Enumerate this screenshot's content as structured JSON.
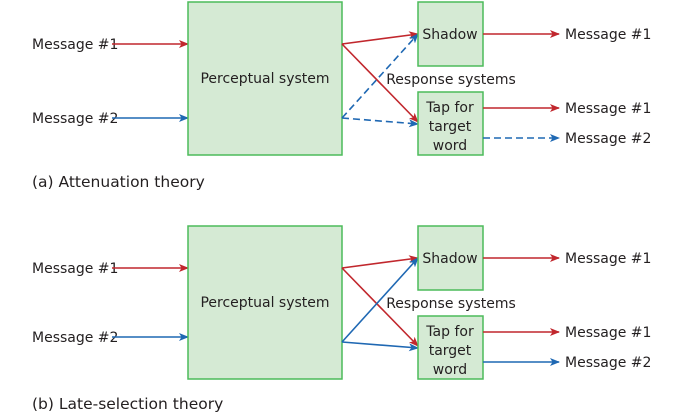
{
  "diagrams": [
    {
      "id": "a",
      "caption": "(a) Attenuation theory",
      "inputs": [
        {
          "label": "Message #1",
          "color": "red"
        },
        {
          "label": "Message #2",
          "color": "blue"
        }
      ],
      "perceptual_system": "Perceptual system",
      "response_systems_label": "Response systems",
      "response_boxes": [
        {
          "lines": [
            "Shadow"
          ]
        },
        {
          "lines": [
            "Tap for",
            "target",
            "word"
          ]
        }
      ],
      "connections": [
        {
          "from": "Message #1",
          "to": "Shadow",
          "style": "solid",
          "color": "red"
        },
        {
          "from": "Message #1",
          "to": "Tap for target word",
          "style": "solid",
          "color": "red"
        },
        {
          "from": "Message #2",
          "to": "Shadow",
          "style": "dashed",
          "color": "blue"
        },
        {
          "from": "Message #2",
          "to": "Tap for target word",
          "style": "dashed",
          "color": "blue"
        }
      ],
      "outputs": [
        {
          "label": "Message #1",
          "from": "Shadow",
          "style": "solid",
          "color": "red"
        },
        {
          "label": "Message #1",
          "from": "Tap for target word",
          "style": "solid",
          "color": "red"
        },
        {
          "label": "Message #2",
          "from": "Tap for target word",
          "style": "dashed",
          "color": "blue"
        }
      ]
    },
    {
      "id": "b",
      "caption": "(b) Late-selection theory",
      "inputs": [
        {
          "label": "Message #1",
          "color": "red"
        },
        {
          "label": "Message #2",
          "color": "blue"
        }
      ],
      "perceptual_system": "Perceptual system",
      "response_systems_label": "Response systems",
      "response_boxes": [
        {
          "lines": [
            "Shadow"
          ]
        },
        {
          "lines": [
            "Tap for",
            "target",
            "word"
          ]
        }
      ],
      "connections": [
        {
          "from": "Message #1",
          "to": "Shadow",
          "style": "solid",
          "color": "red"
        },
        {
          "from": "Message #1",
          "to": "Tap for target word",
          "style": "solid",
          "color": "red"
        },
        {
          "from": "Message #2",
          "to": "Shadow",
          "style": "solid",
          "color": "blue"
        },
        {
          "from": "Message #2",
          "to": "Tap for target word",
          "style": "solid",
          "color": "blue"
        }
      ],
      "outputs": [
        {
          "label": "Message #1",
          "from": "Shadow",
          "style": "solid",
          "color": "red"
        },
        {
          "label": "Message #1",
          "from": "Tap for target word",
          "style": "solid",
          "color": "red"
        },
        {
          "label": "Message #2",
          "from": "Tap for target word",
          "style": "solid",
          "color": "blue"
        }
      ]
    }
  ],
  "colors": {
    "red": "#c1272d",
    "blue": "#1f68b3",
    "box_fill": "#d5ead4",
    "box_stroke": "#4cbb5a",
    "text": "#231f20"
  }
}
